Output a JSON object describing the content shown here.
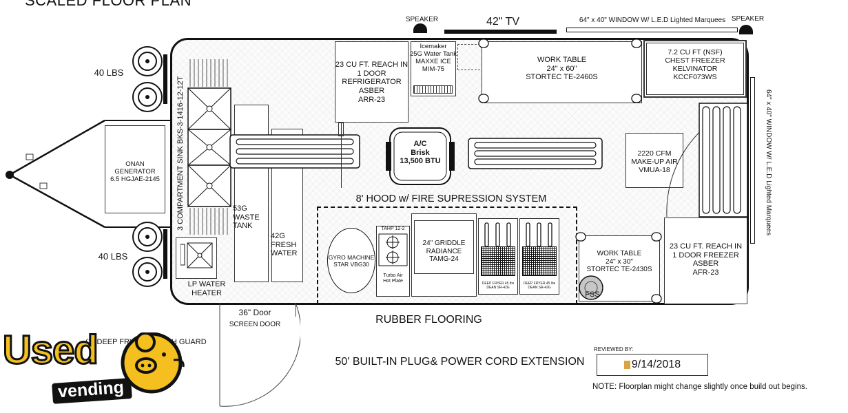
{
  "header": {
    "title": "SCALED FLOOR PLAN",
    "speaker_left": "SPEAKER",
    "speaker_right": "SPEAKER",
    "tv": "42\" TV",
    "window_top": "64\" x 40\" WINDOW W/ L.E.D Lighted Marquees"
  },
  "side": {
    "window_right": "64\" x 40\" WINDOW W/ L.E.D Lighted Marquees",
    "lbs_top": "40 LBS",
    "lbs_bottom": "40 LBS",
    "sink": "3 COMPARTMENT SINK BKS-3-1416-12-12T"
  },
  "equipment": {
    "generator_1": "ONAN GENERATOR",
    "generator_2": "6.5 HGJAE-2145",
    "fridge": [
      "23 CU FT. REACH IN",
      "1 DOOR",
      "REFRIGERATOR",
      "ASBER",
      "ARR-23"
    ],
    "icemaker": [
      "Icemaker",
      "25G Water Tank",
      "MAXXE ICE",
      "MIM-75"
    ],
    "work_table_top": [
      "WORK TABLE",
      "24\" x 60\"",
      "STORTEC   TE-2460S"
    ],
    "freezer_chest": [
      "7.2 CU FT (NSF)",
      "CHEST FREEZER",
      "KELVINATOR",
      "KCCF073WS"
    ],
    "ac": [
      "A/C",
      "Brisk",
      "13,500 BTU"
    ],
    "makeup_air": [
      "2220 CFM",
      "MAKE-UP AIR",
      "VMUA-18"
    ],
    "hood": "8' HOOD w/ FIRE SUPRESSION SYSTEM",
    "waste_tank": [
      "53G WASTE",
      "TANK"
    ],
    "fresh_tank": [
      "42G FRESH",
      "WATER"
    ],
    "gyro": [
      "GYRO MACHINE",
      "STAR VBG30"
    ],
    "hot_plate_top": "TAHP 12-2",
    "hot_plate": [
      "Turbo Air",
      "Hot Plate"
    ],
    "griddle": [
      "24\" GRIDDLE",
      "RADIANCE",
      "TAMG-24"
    ],
    "fryer_1": [
      "DEEP FRYER 45 lbs",
      "DEAN SR-42G"
    ],
    "fryer_2": [
      "DEEP FRYER 45 lbs",
      "DEAN SR-42G"
    ],
    "work_table_bottom": [
      "WORK TABLE",
      "24\" x 30\"",
      "STORTEC  TE-2430S"
    ],
    "fss": "FSS",
    "freezer_reach": [
      "23 CU FT. REACH IN",
      "1 DOOR FREEZER",
      "ASBER",
      "AFR-23"
    ],
    "water_heater": "LP WATER HEATER"
  },
  "footer": {
    "door_1": "36\" Door",
    "door_2": "SCREEN DOOR",
    "flooring": "RUBBER FLOORING",
    "guard_note": "(1) DEEP FRYER SPLASH GUARD",
    "power_cord": "50' BUILT-IN PLUG& POWER CORD EXTENSION",
    "reviewed_by": "REVIEWED BY:",
    "date": "9/14/2018",
    "note": "NOTE: Floorplan might change slightly once build out begins."
  },
  "logo": {
    "line1": "Used",
    "line2": "vending"
  }
}
